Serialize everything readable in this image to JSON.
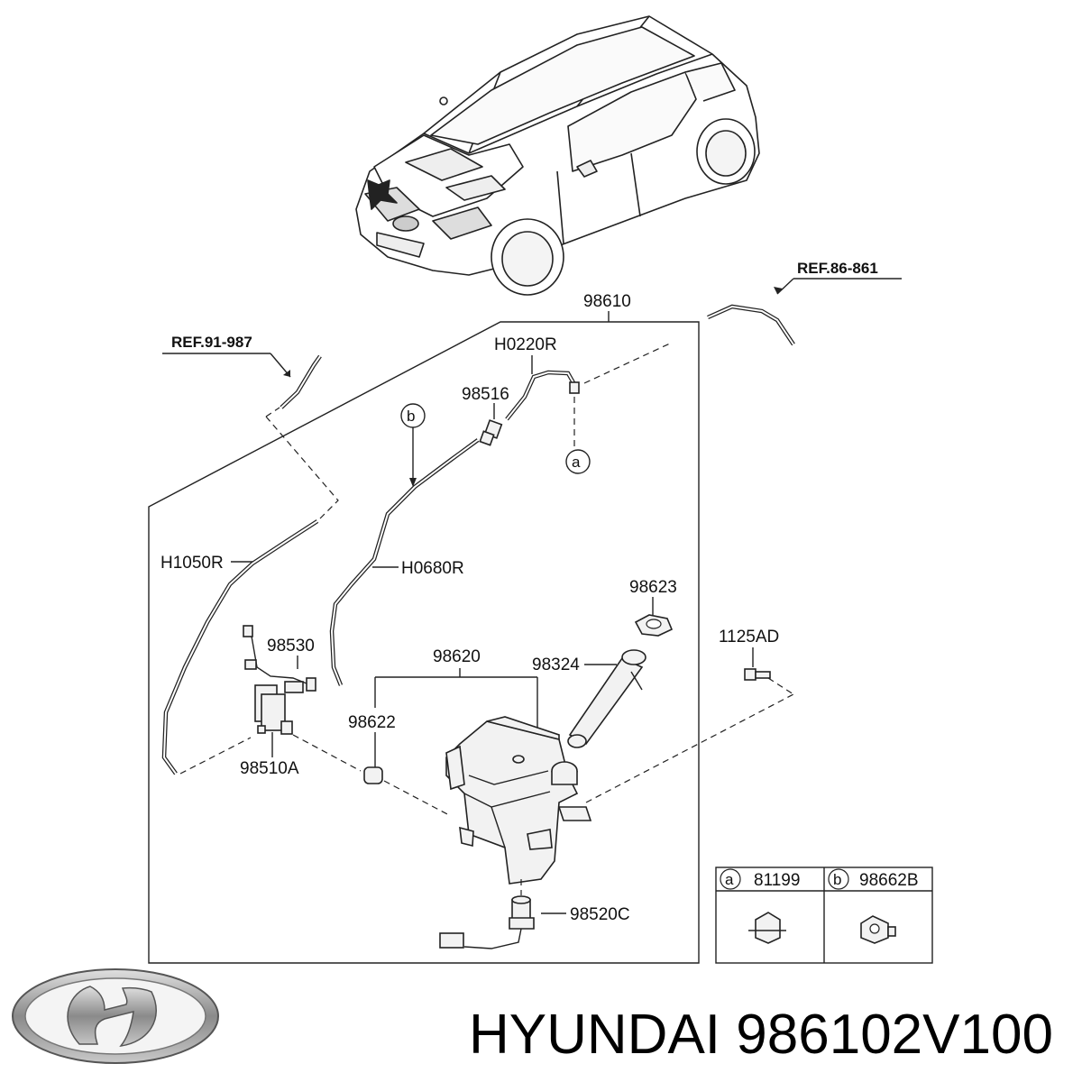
{
  "title": {
    "brand": "HYUNDAI",
    "part_number": "986102V100"
  },
  "references": {
    "ref_left": "REF.91-987",
    "ref_right": "REF.86-861"
  },
  "parts": {
    "p98610": "98610",
    "pH0220R": "H0220R",
    "p98516": "98516",
    "pH1050R": "H1050R",
    "pH0680R": "H0680R",
    "p98530": "98530",
    "p98510A": "98510A",
    "p98620": "98620",
    "p98622": "98622",
    "p98324": "98324",
    "p98623": "98623",
    "p1125AD": "1125AD",
    "p98520C": "98520C"
  },
  "callouts": {
    "a": "a",
    "b": "b"
  },
  "legend": {
    "a_code": "a",
    "a_part": "81199",
    "b_code": "b",
    "b_part": "98662B"
  },
  "icons": [
    "car-illustration",
    "washer-reservoir-icon",
    "pump-motor-icon",
    "filler-neck-icon",
    "hyundai-logo-icon"
  ]
}
